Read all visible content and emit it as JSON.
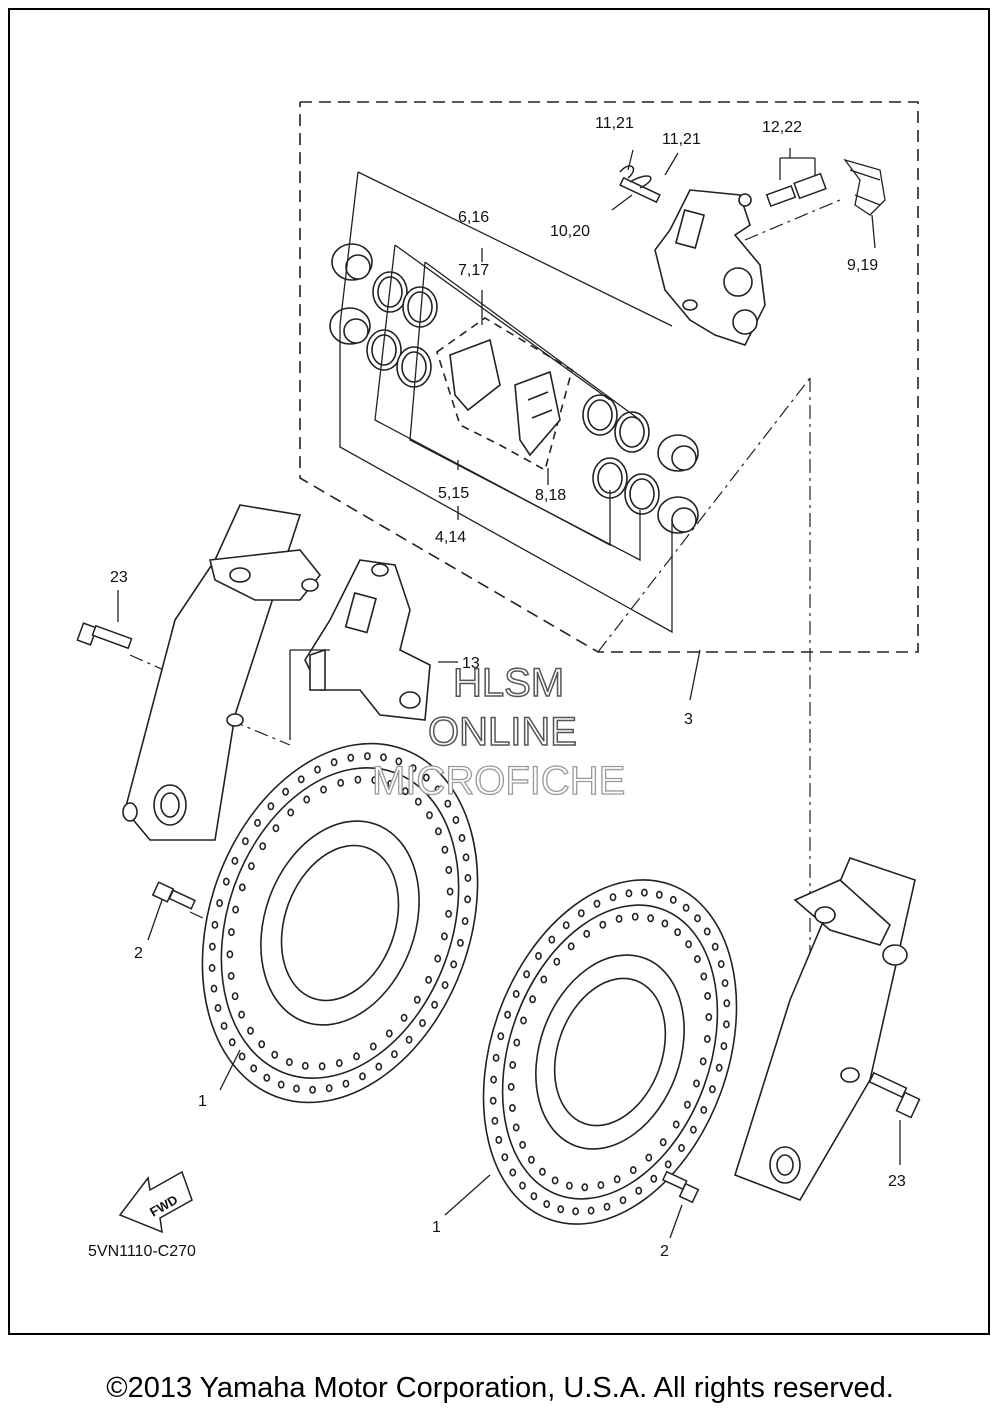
{
  "callouts": {
    "c_11_21_a": "11,21",
    "c_11_21_b": "11,21",
    "c_12_22": "12,22",
    "c_6_16": "6,16",
    "c_7_17": "7,17",
    "c_10_20": "10,20",
    "c_9_19": "9,19",
    "c_5_15": "5,15",
    "c_8_18": "8,18",
    "c_4_14": "4,14",
    "c_23_left": "23",
    "c_13": "13",
    "c_3": "3",
    "c_1_left": "1",
    "c_1_right": "1",
    "c_2_left": "2",
    "c_2_right": "2",
    "c_23_right": "23"
  },
  "fwd_label": "FWD",
  "diagram_code": "5VN1110-C270",
  "watermark": {
    "line1": "HLSM",
    "line2": "ONLINE",
    "line3": "MICROFICHE"
  },
  "copyright": "©2013 Yamaha Motor Corporation, U.S.A. All rights reserved."
}
